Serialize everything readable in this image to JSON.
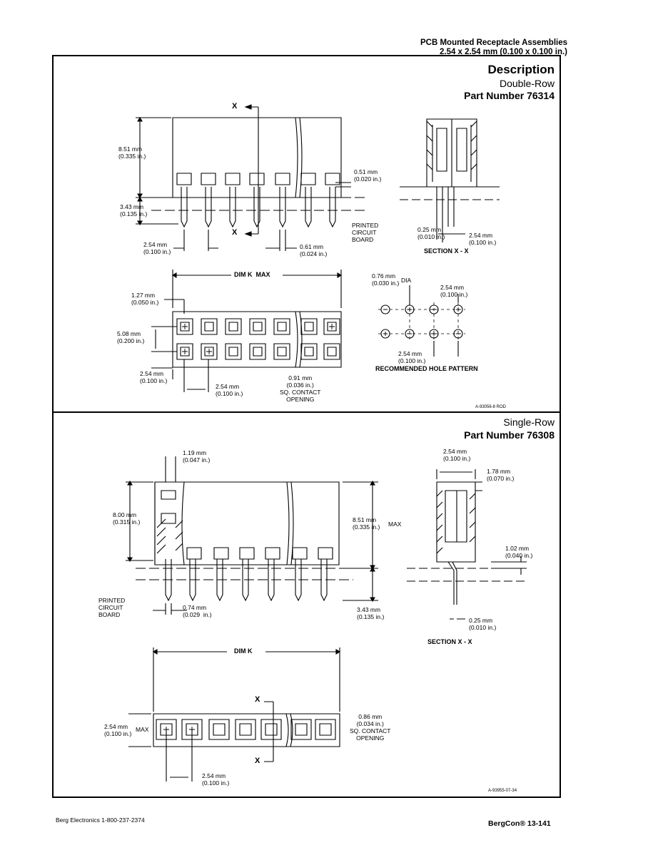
{
  "header": {
    "line1": "PCB Mounted Receptacle Assemblies",
    "line2": "2.54 x 2.54 mm (0.100 x 0.100 in.)"
  },
  "double_row": {
    "title": "Description",
    "subtitle": "Double-Row",
    "part_number": "Part Number 76314",
    "labels": {
      "height_top": "8.51 mm\n(0.335 in.)",
      "height_bottom": "3.43 mm\n(0.135 in.)",
      "pin_width": "0.51 mm\n(0.020 in.)",
      "pcb": "PRINTED\nCIRCUIT\nBOARD",
      "pitch": "2.54 mm\n(0.100 in.)",
      "pin_gap": "0.61 mm\n(0.024 in.)",
      "section_pin": "0.25 mm\n(0.010 in.)",
      "section_pitch": "2.54 mm\n(0.100 in.)",
      "section_label": "SECTION X - X",
      "dim_k": "DIM K  MAX",
      "edge": "1.27 mm\n(0.050 in.)",
      "row_pitch": "5.08 mm\n(0.200 in.)",
      "bottom_pitch": "2.54 mm\n(0.100 in.)",
      "pitch_plan": "2.54 mm\n(0.100 in.)",
      "contact_opening": "0.91 mm\n(0.036 in.)\nSQ. CONTACT\nOPENING",
      "hole_dia": "0.76 mm\n(0.030 in.)",
      "dia": "DIA",
      "hole_pitch_top": "2.54 mm\n(0.100 in.)",
      "hole_pitch_bottom": "2.54 mm\n(0.100 in.)",
      "hole_pattern": "RECOMMENDED HOLE PATTERN",
      "x_mark": "X",
      "drawing_no": "A-93056-8 ROD"
    }
  },
  "single_row": {
    "subtitle": "Single-Row",
    "part_number": "Part Number 76308",
    "labels": {
      "wall": "1.19 mm\n(0.047 in.)",
      "height": "8.00 mm\n(0.315 in.)",
      "height_max": "8.51 mm\n(0.335 in.)",
      "max": "MAX",
      "pcb": "PRINTED\nCIRCUIT\nBOARD",
      "pin": "0.74 mm\n(0.029  in.)",
      "tail": "3.43 mm\n(0.135 in.)",
      "sec_pitch": "2.54 mm\n(0.100 in.)",
      "sec_depth": "1.78 mm\n(0.070 in.)",
      "sec_standoff": "1.02 mm\n(0.040 in.)",
      "sec_pin": "0.25 mm\n(0.010 in.)",
      "section_label": "SECTION X - X",
      "dim_k": "DIM K",
      "width": "2.54 mm\n(0.100 in.)",
      "width_max": "MAX",
      "contact_opening": "0.86 mm\n(0.034 in.)\nSQ. CONTACT\nOPENING",
      "pitch": "2.54 mm\n(0.100 in.)",
      "x_mark": "X",
      "drawing_no": "A-93955-07-34"
    }
  },
  "footer": {
    "left": "Berg Electronics 1-800-237-2374",
    "right": "BergCon®  13-141"
  }
}
